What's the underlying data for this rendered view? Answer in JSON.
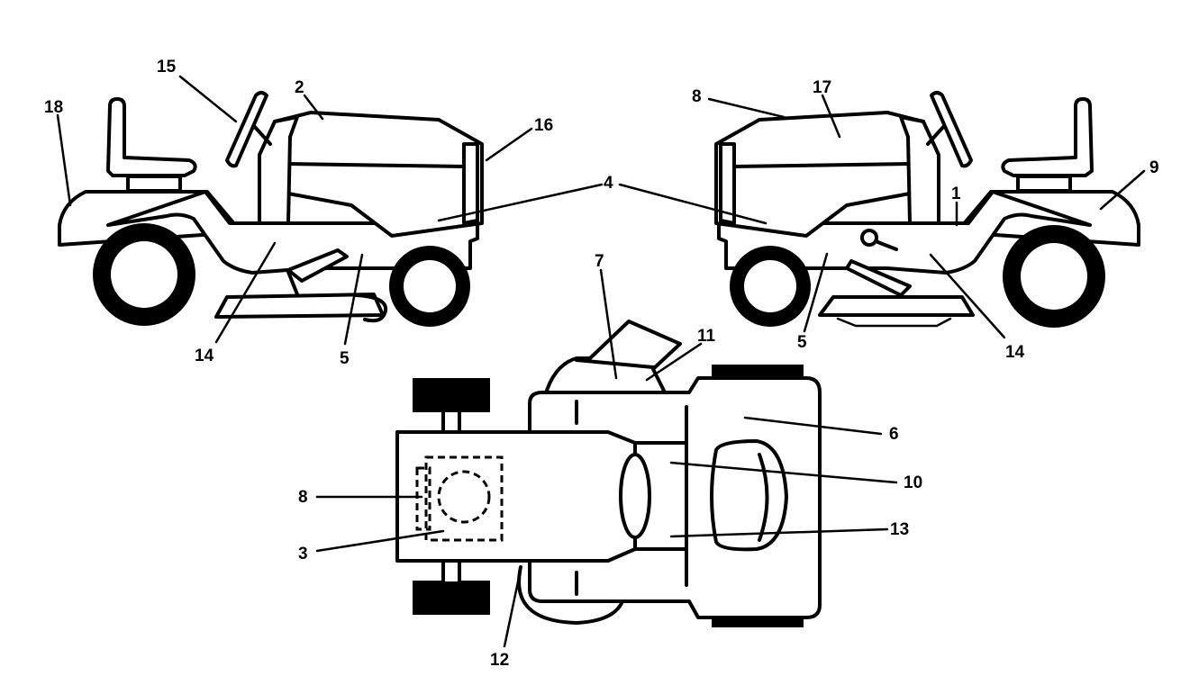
{
  "colors": {
    "ink": "#000000",
    "paper": "#ffffff"
  },
  "labels": {
    "left_18": "18",
    "left_15": "15",
    "left_2": "2",
    "left_16": "16",
    "center_4": "4",
    "left_14": "14",
    "left_5": "5",
    "right_8": "8",
    "right_17": "17",
    "right_9": "9",
    "right_1": "1",
    "right_5": "5",
    "right_14": "14",
    "top_7": "7",
    "top_11": "11",
    "top_6": "6",
    "top_10": "10",
    "top_13": "13",
    "top_8": "8",
    "top_3": "3",
    "top_12": "12"
  }
}
